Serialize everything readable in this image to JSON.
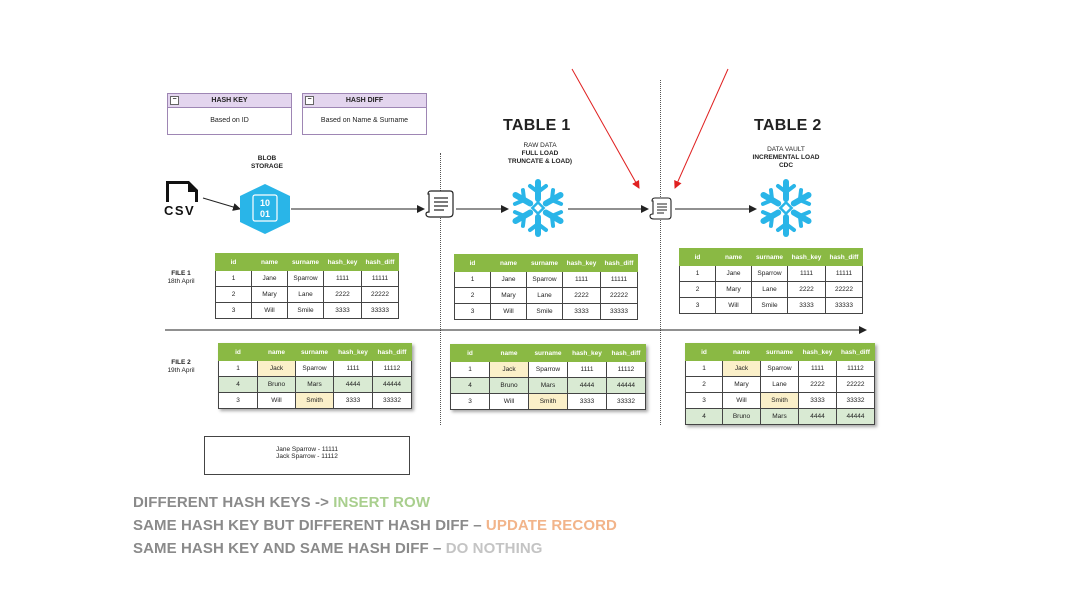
{
  "hash_key_box": {
    "title": "HASH KEY",
    "body": "Based on ID"
  },
  "hash_diff_box": {
    "title": "HASH DIFF",
    "body": "Based on Name & Surname"
  },
  "blob": {
    "label1": "BLOB",
    "label2": "STORAGE",
    "icon_text1": "10",
    "icon_text2": "01"
  },
  "csv_label": "CSV",
  "table1": {
    "title": "TABLE 1",
    "line1": "RAW DATA",
    "line2": "FULL LOAD",
    "line3": "TRUNCATE & LOAD)"
  },
  "table2": {
    "title": "TABLE 2",
    "line1": "DATA VAULT",
    "line2": "INCREMENTAL LOAD",
    "line3": "CDC"
  },
  "file1": {
    "name": "FILE 1",
    "date": "18th April"
  },
  "file2": {
    "name": "FILE 2",
    "date": "19th April"
  },
  "columns": [
    "id",
    "name",
    "surname",
    "hash_key",
    "hash_diff"
  ],
  "file1_rows": [
    [
      "1",
      "Jane",
      "Sparrow",
      "1111",
      "11111"
    ],
    [
      "2",
      "Mary",
      "Lane",
      "2222",
      "22222"
    ],
    [
      "3",
      "Will",
      "Smile",
      "3333",
      "33333"
    ]
  ],
  "table1_file1_rows": [
    [
      "1",
      "Jane",
      "Sparrow",
      "1111",
      "11111"
    ],
    [
      "2",
      "Mary",
      "Lane",
      "2222",
      "22222"
    ],
    [
      "3",
      "Will",
      "Smile",
      "3333",
      "33333"
    ]
  ],
  "table2_file1_rows": [
    [
      "1",
      "Jane",
      "Sparrow",
      "1111",
      "11111"
    ],
    [
      "2",
      "Mary",
      "Lane",
      "2222",
      "22222"
    ],
    [
      "3",
      "Will",
      "Smile",
      "3333",
      "33333"
    ]
  ],
  "file2_rows": [
    [
      "1",
      "Jack",
      "Sparrow",
      "1111",
      "11112"
    ],
    [
      "4",
      "Bruno",
      "Mars",
      "4444",
      "44444"
    ],
    [
      "3",
      "Will",
      "Smith",
      "3333",
      "33332"
    ]
  ],
  "table1_file2_rows": [
    [
      "1",
      "Jack",
      "Sparrow",
      "1111",
      "11112"
    ],
    [
      "4",
      "Bruno",
      "Mars",
      "4444",
      "44444"
    ],
    [
      "3",
      "Will",
      "Smith",
      "3333",
      "33332"
    ]
  ],
  "table2_file2_rows": [
    [
      "1",
      "Jack",
      "Sparrow",
      "1111",
      "11112"
    ],
    [
      "2",
      "Mary",
      "Lane",
      "2222",
      "22222"
    ],
    [
      "3",
      "Will",
      "Smith",
      "3333",
      "33332"
    ],
    [
      "4",
      "Bruno",
      "Mars",
      "4444",
      "44444"
    ]
  ],
  "note": {
    "line1": "Jane Sparrow - 11111",
    "line2": "Jack Sparrow - 11112"
  },
  "legend": {
    "l1_a": "DIFFERENT HASH KEYS -> ",
    "l1_b": "INSERT ROW",
    "l2_a": "SAME HASH KEY BUT DIFFERENT HASH DIFF – ",
    "l2_b": "UPDATE RECORD",
    "l3_a": "SAME HASH KEY AND SAME HASH DIFF – ",
    "l3_b": "DO NOTHING"
  },
  "colors": {
    "header_green": "#8ab944",
    "insert": "#a9cf8e",
    "update": "#f2b48a",
    "snowflake": "#29b5e8",
    "arrow_red": "#e02020"
  }
}
